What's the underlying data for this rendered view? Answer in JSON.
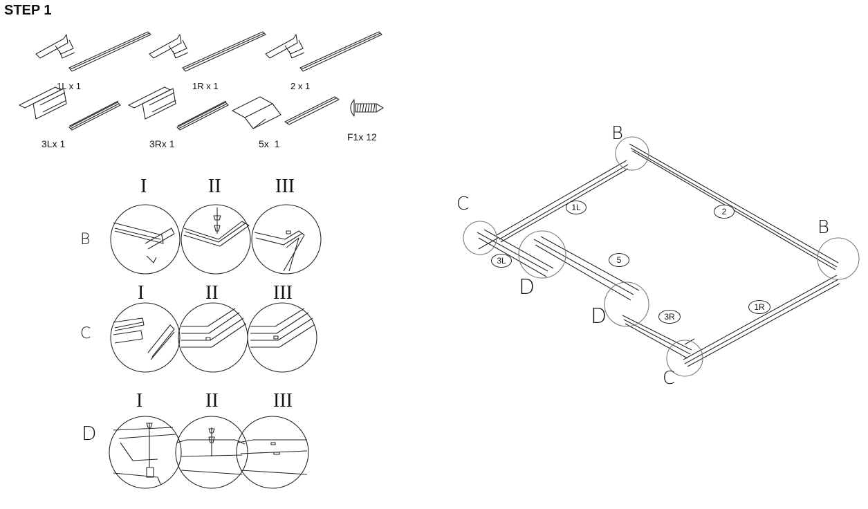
{
  "step": {
    "title": "STEP 1"
  },
  "parts": {
    "p1L": "1L x 1",
    "p1R": "1R x 1",
    "p2": "2 x 1",
    "p3L": "3Lx 1",
    "p3R": "3Rx 1",
    "p5": "5x  1",
    "pF1": "F1x 12"
  },
  "details": {
    "roman_i": "I",
    "roman_ii": "II",
    "roman_iii": "III",
    "row_b": "B",
    "row_c": "C",
    "row_d": "D"
  },
  "assembly": {
    "c1L": "1L",
    "c2": "2",
    "c3L": "3L",
    "c5": "5",
    "c3R": "3R",
    "c1R": "1R",
    "b_top": "B",
    "b_right": "B",
    "c_left": "C",
    "c_bottom": "C",
    "d_left": "D",
    "d_mid": "D"
  }
}
